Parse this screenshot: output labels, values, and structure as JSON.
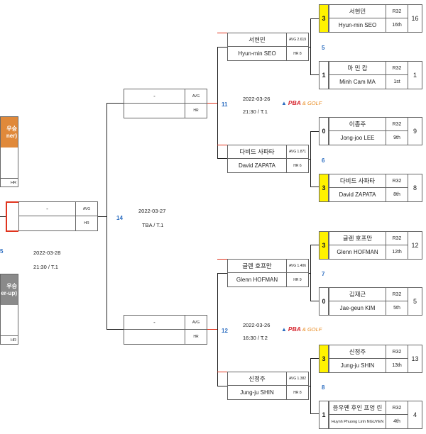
{
  "finals": {
    "winner_card": {
      "title": "우승",
      "subtitle": "ner)",
      "tag": "HR",
      "color": "#e0893a"
    },
    "runner_card": {
      "title": "우승",
      "subtitle": "er-up)",
      "tag": "HR",
      "color": "#8a8a8a"
    },
    "match_number": "5",
    "date": "2022-03-28",
    "time": "21:30 /  T.1",
    "box": {
      "name": "-",
      "avg": "AVG",
      "hr": "HR"
    }
  },
  "semifinal": {
    "match_number": "14",
    "date": "2022-03-27",
    "time": "TBA /  T.1"
  },
  "quarterfinals": [
    {
      "match_number": "11",
      "date": "2022-03-26",
      "time": "21:30 /  T.1",
      "box": {
        "name": "-",
        "avg": "AVG",
        "hr": "HR"
      }
    },
    {
      "match_number": "12",
      "date": "2022-03-26",
      "time": "16:30 /  T.2",
      "box": {
        "name": "-",
        "avg": "AVG",
        "hr": "HR"
      }
    }
  ],
  "round16": [
    {
      "match_number": "5",
      "kname": "서현민",
      "ename": "Hyun-min SEO",
      "avg": "AVG 2.619",
      "hr": "HR 8"
    },
    {
      "match_number": "6",
      "kname": "다비드 사파타",
      "ename": "David ZAPATA",
      "avg": "AVG 1.871",
      "hr": "HR 6"
    },
    {
      "match_number": "7",
      "kname": "글렌 호프만",
      "ename": "Glenn HOFMAN",
      "avg": "AVG 1.406",
      "hr": "HR 9"
    },
    {
      "match_number": "8",
      "kname": "신정주",
      "ename": "Jung-ju SHIN",
      "avg": "AVG 1.382",
      "hr": "HR 8"
    }
  ],
  "round32": [
    {
      "score": "3",
      "win": true,
      "kname": "서현민",
      "ename": "Hyun-min SEO",
      "round": "R32",
      "rank": "16th",
      "seed": "16"
    },
    {
      "score": "1",
      "win": false,
      "kname": "마 민 캄",
      "ename": "Minh Cam MA",
      "round": "R32",
      "rank": "1st",
      "seed": "1"
    },
    {
      "score": "0",
      "win": false,
      "kname": "이종주",
      "ename": "Jong-joo LEE",
      "round": "R32",
      "rank": "9th",
      "seed": "9"
    },
    {
      "score": "3",
      "win": true,
      "kname": "다비드 사파타",
      "ename": "David ZAPATA",
      "round": "R32",
      "rank": "8th",
      "seed": "8"
    },
    {
      "score": "3",
      "win": true,
      "kname": "글렌 호프만",
      "ename": "Glenn HOFMAN",
      "round": "R32",
      "rank": "12th",
      "seed": "12"
    },
    {
      "score": "0",
      "win": false,
      "kname": "김재근",
      "ename": "Jae-geun KIM",
      "round": "R32",
      "rank": "5th",
      "seed": "5"
    },
    {
      "score": "3",
      "win": true,
      "kname": "신정주",
      "ename": "Jung-ju SHIN",
      "round": "R32",
      "rank": "13th",
      "seed": "13"
    },
    {
      "score": "1",
      "win": false,
      "kname": "응우옌 후인 프엉 린",
      "ename": "Huynh Phuong Linh NGUYEN",
      "round": "R32",
      "rank": "4th",
      "seed": "4"
    }
  ],
  "logos": [
    {
      "pba": "PBA",
      "golf": "& GOLF",
      "icon": "triangle-logo-icon"
    },
    {
      "pba": "PBA",
      "golf": "& GOLF",
      "icon": "triangle-logo-icon"
    }
  ],
  "colors": {
    "accent_blue": "#2a6cc0",
    "winner_yellow": "#fff200",
    "connector_red": "#e0341e"
  }
}
